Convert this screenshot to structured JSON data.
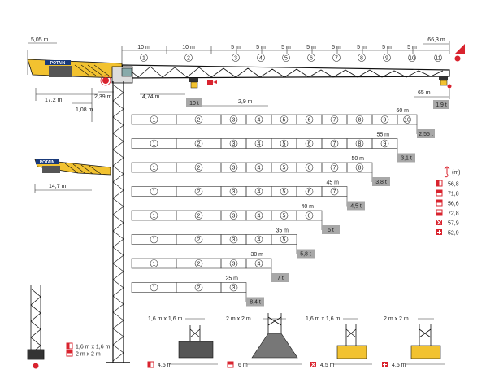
{
  "top_dims": {
    "left_height": "5,05 m",
    "jib_segments": [
      "10 m",
      "10 m",
      "5 m",
      "5 m",
      "5 m",
      "5 m",
      "5 m",
      "5 m",
      "5 m",
      "5 m"
    ],
    "jib_total": "66,3 m",
    "segment_numbers": [
      "1",
      "2",
      "3",
      "4",
      "5",
      "6",
      "7",
      "8",
      "9",
      "10",
      "11"
    ],
    "counter_jib": "17,2 m",
    "offset_a": "1,08 m",
    "offset_b": "2,39 m",
    "mast_offset": "4,74 m",
    "trolley_dist": "2,9 m",
    "tip_radius": "65 m",
    "max_load": "10 t",
    "tip_load": "1,9 t",
    "brand": "POTAIN",
    "counter_jib_alt": "14,7 m"
  },
  "configs": [
    {
      "radius": "60 m",
      "segments": [
        "1",
        "2",
        "3",
        "4",
        "5",
        "6",
        "7",
        "8",
        "9",
        "10"
      ],
      "load": "2,55 t"
    },
    {
      "radius": "55 m",
      "segments": [
        "1",
        "2",
        "3",
        "4",
        "5",
        "6",
        "7",
        "8",
        "9"
      ],
      "load": "3,1 t"
    },
    {
      "radius": "50 m",
      "segments": [
        "1",
        "2",
        "3",
        "4",
        "5",
        "6",
        "7",
        "8"
      ],
      "load": "3,8 t"
    },
    {
      "radius": "45 m",
      "segments": [
        "1",
        "2",
        "3",
        "4",
        "5",
        "6",
        "7"
      ],
      "load": "4,5 t"
    },
    {
      "radius": "40 m",
      "segments": [
        "1",
        "2",
        "3",
        "4",
        "5",
        "6"
      ],
      "load": "5 t"
    },
    {
      "radius": "35 m",
      "segments": [
        "1",
        "2",
        "3",
        "4",
        "5"
      ],
      "load": "5,8 t"
    },
    {
      "radius": "30 m",
      "segments": [
        "1",
        "2",
        "3",
        "4"
      ],
      "load": "7 t"
    },
    {
      "radius": "25 m",
      "segments": [
        "1",
        "2",
        "3"
      ],
      "load": "8,4 t"
    }
  ],
  "height_legend": {
    "unit": "(m)",
    "items": [
      {
        "value": "56,8",
        "icon": "half-left-square-icon"
      },
      {
        "value": "71,8",
        "icon": "half-top-square-icon"
      },
      {
        "value": "56,6",
        "icon": "half-top-square-icon"
      },
      {
        "value": "72,8",
        "icon": "half-bottom-square-icon"
      },
      {
        "value": "57,9",
        "icon": "cross-square-icon"
      },
      {
        "value": "52,9",
        "icon": "plus-square-icon"
      }
    ]
  },
  "mast_legend": [
    {
      "label": "1,6 m x 1,6 m"
    },
    {
      "label": "2 m x 2 m"
    }
  ],
  "bases": [
    {
      "top": "1,6 m x 1,6 m",
      "bottom": "4,5 m"
    },
    {
      "top": "2 m x 2 m",
      "bottom": "6 m"
    },
    {
      "top": "1,6 m x 1,6 m",
      "bottom": "4,5 m"
    },
    {
      "top": "2 m x 2 m",
      "bottom": "4,5 m"
    }
  ],
  "colors": {
    "accent_red": "#d9232e",
    "crane_yellow": "#f2c230",
    "load_box": "#a8a8a8"
  }
}
